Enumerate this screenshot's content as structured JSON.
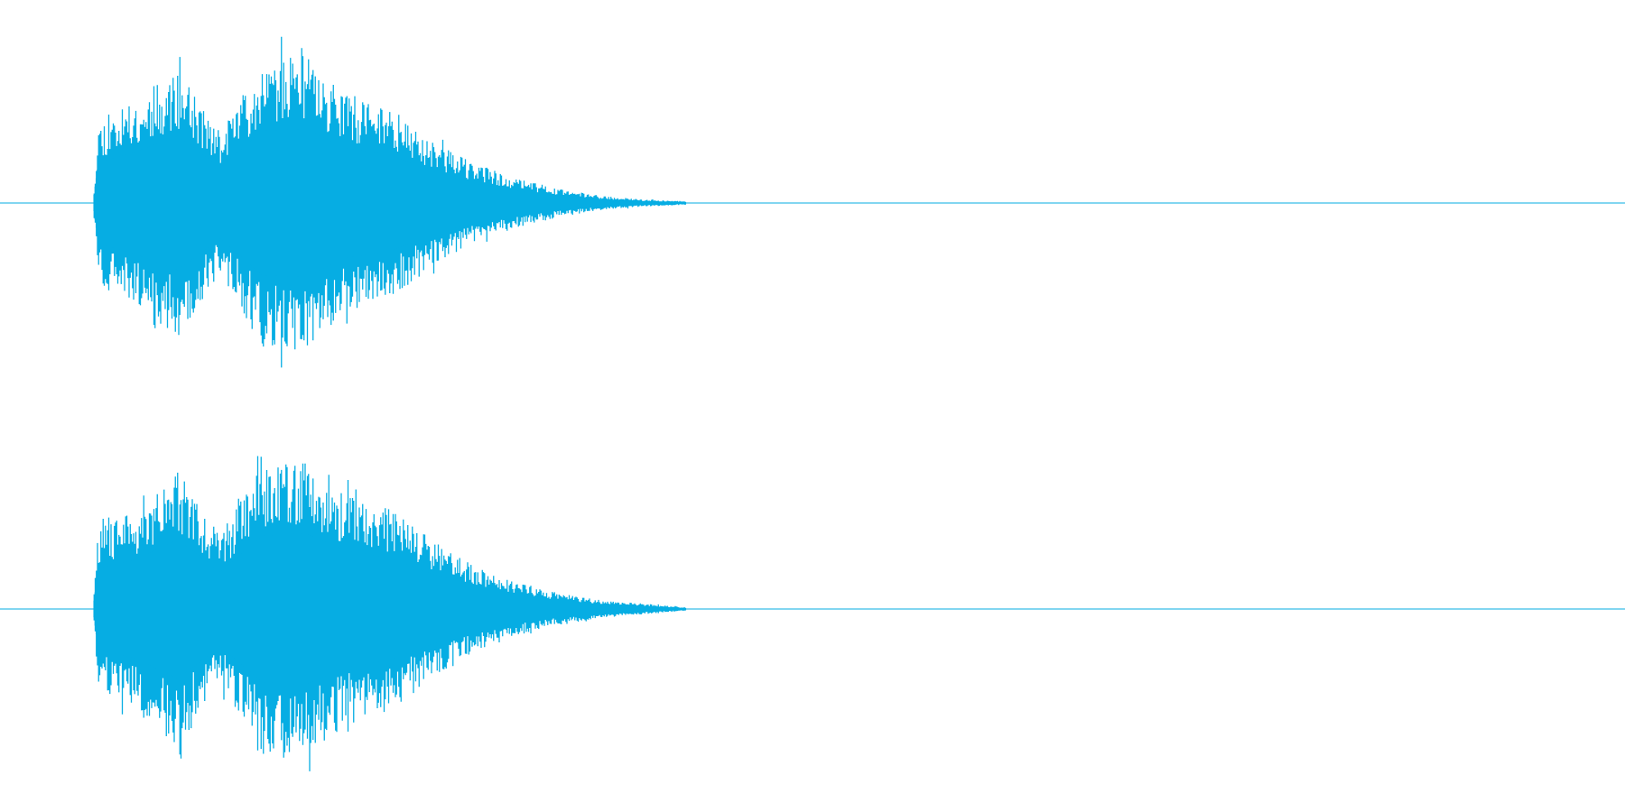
{
  "waveform": {
    "channels": [
      {
        "name": "",
        "peak_envelope": [
          0.44,
          0.58,
          0.76,
          0.4,
          0.82,
          0.84,
          0.62,
          0.55,
          0.36,
          0.22,
          0.14,
          0.08,
          0.04,
          0.02,
          0.01
        ]
      },
      {
        "name": "",
        "peak_envelope": [
          0.45,
          0.56,
          0.79,
          0.42,
          0.83,
          0.86,
          0.66,
          0.58,
          0.4,
          0.25,
          0.15,
          0.09,
          0.05,
          0.03,
          0.01
        ]
      }
    ],
    "colors": {
      "background": "#ffffff",
      "waveform": "#06ade3",
      "baseline": "#06ade3"
    }
  }
}
